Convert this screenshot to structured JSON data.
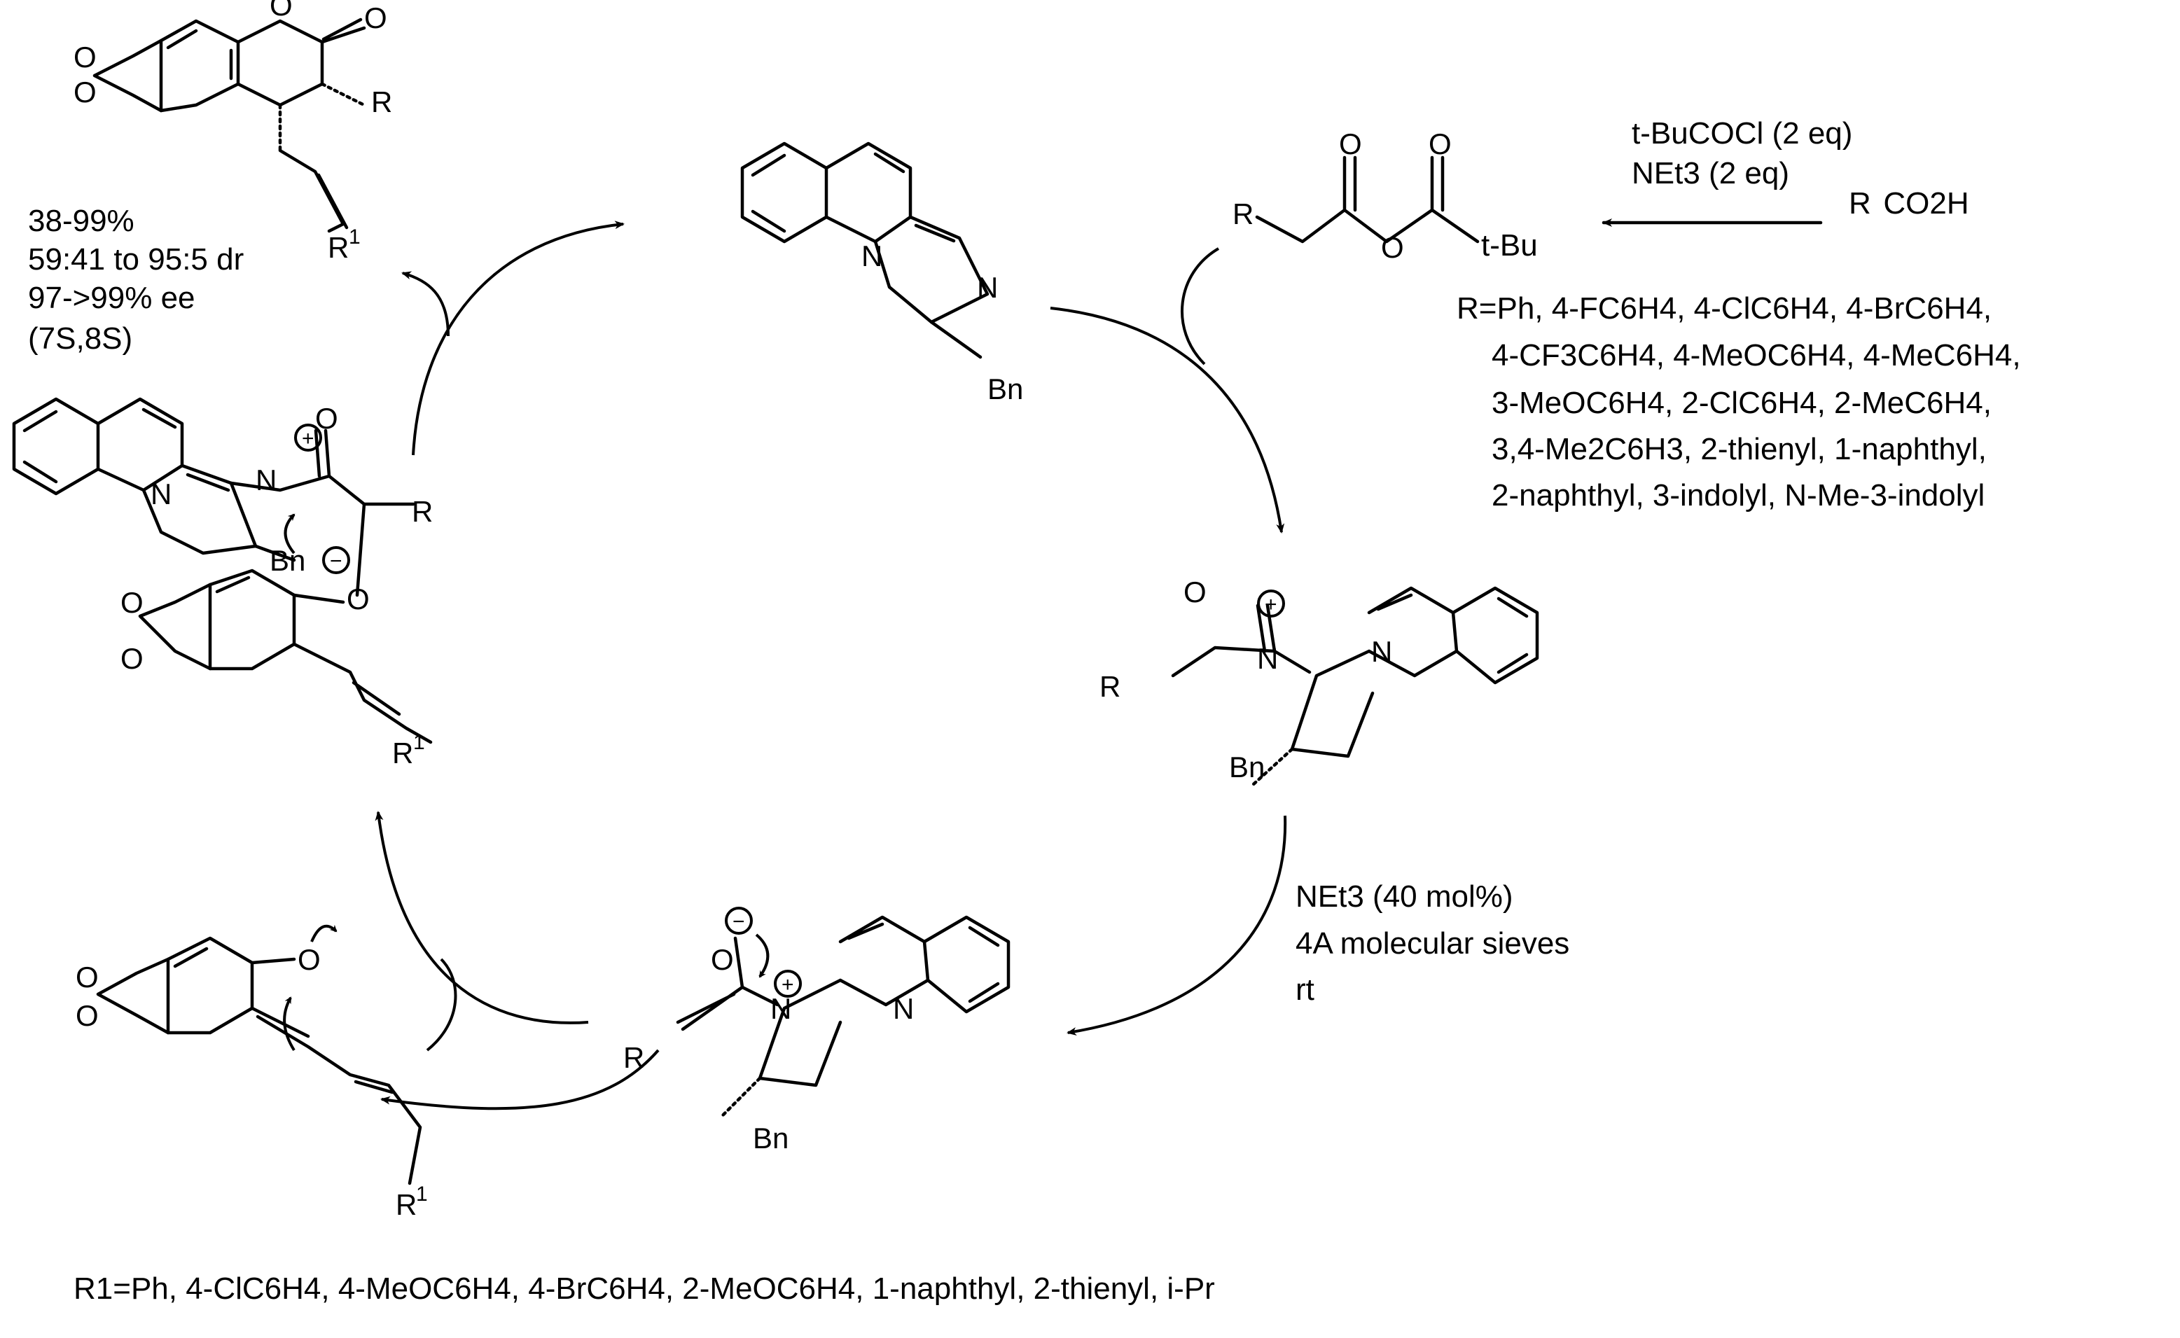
{
  "reagents": {
    "pivaloyl_line1": "t-BuCOCl (2 eq)",
    "pivaloyl_line2": "NEt3 (2 eq)",
    "acid": "R  CO2H",
    "anhydride_tbu": "t-Bu",
    "r_scope": [
      "R=Ph, 4-FC6H4, 4-ClC6H4, 4-BrC6H4,",
      "4-CF3C6H4, 4-MeOC6H4, 4-MeC6H4,",
      "3-MeOC6H4, 2-ClC6H4, 2-MeC6H4,",
      "3,4-Me2C6H3, 2-thienyl, 1-naphthyl,",
      "2-naphthyl, 3-indolyl, N-Me-3-indolyl"
    ]
  },
  "conditions": {
    "base": "NEt3 (40 mol%)",
    "sieves": "4A molecular sieves",
    "temp": "rt"
  },
  "product_results": {
    "yield": "38-99%",
    "dr": "59:41 to 95:5 dr",
    "ee": "97->99% ee",
    "config": "(7S,8S)"
  },
  "r1_scope": "R1=Ph, 4-ClC6H4, 4-MeOC6H4, 4-BrC6H4, 2-MeOC6H4, 1-naphthyl, 2-thienyl, i-Pr",
  "atoms": {
    "O": "O",
    "N": "N",
    "R": "R",
    "R1": "R",
    "sup1": "1",
    "Bn": "Bn",
    "plus": "+",
    "minus": "−"
  }
}
